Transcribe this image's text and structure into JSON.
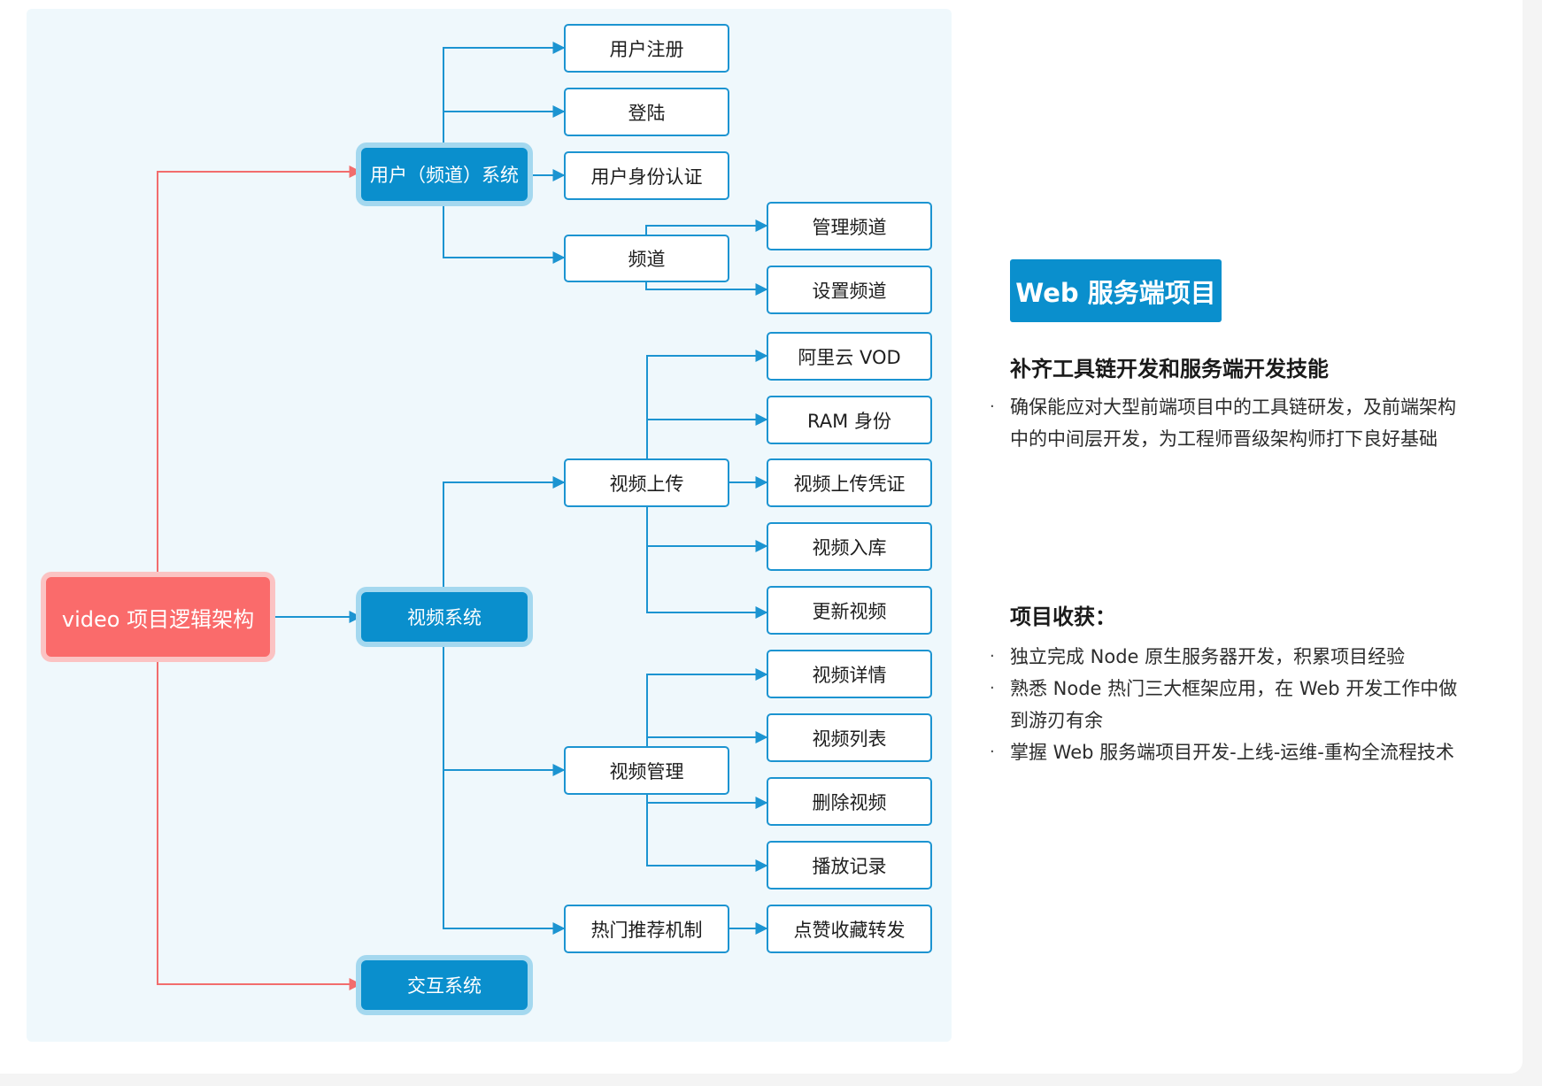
{
  "diagram": {
    "root": {
      "label": "video 项目逻辑架构"
    },
    "branches": {
      "user_system": "用户（频道）系统",
      "video_system": "视频系统",
      "interaction_system": "交互系统"
    },
    "user_system_children": {
      "register": "用户注册",
      "login": "登陆",
      "auth": "用户身份认证",
      "channel": "频道"
    },
    "channel_children": {
      "manage": "管理频道",
      "settings": "设置频道"
    },
    "video_system_children": {
      "upload": "视频上传",
      "management": "视频管理",
      "hot": "热门推荐机制"
    },
    "upload_children": {
      "vod": "阿里云 VOD",
      "ram": "RAM 身份",
      "credential": "视频上传凭证",
      "storage": "视频入库",
      "update": "更新视频"
    },
    "management_children": {
      "detail": "视频详情",
      "list": "视频列表",
      "delete": "删除视频",
      "history": "播放记录"
    },
    "hot_children": {
      "like": "点赞收藏转发"
    },
    "colors": {
      "root": "#fa6b6b",
      "branch": "#0a8fcd",
      "link_blue": "#1c94d1",
      "link_red": "#f26d6d",
      "panel": "#eff8fc"
    }
  },
  "info": {
    "badge": "Web 服务端项目",
    "section1": {
      "heading": "补齐工具链开发和服务端开发技能",
      "bullets": [
        "确保能应对大型前端项目中的工具链研发，及前端架构中的中间层开发，为工程师晋级架构师打下良好基础"
      ]
    },
    "section2": {
      "heading": "项目收获：",
      "bullets": [
        "独立完成 Node 原生服务器开发，积累项目经验",
        "熟悉 Node 热门三大框架应用，在 Web 开发工作中做到游刃有余",
        "掌握 Web 服务端项目开发-上线-运维-重构全流程技术"
      ]
    },
    "bullet_glyph": "·"
  }
}
